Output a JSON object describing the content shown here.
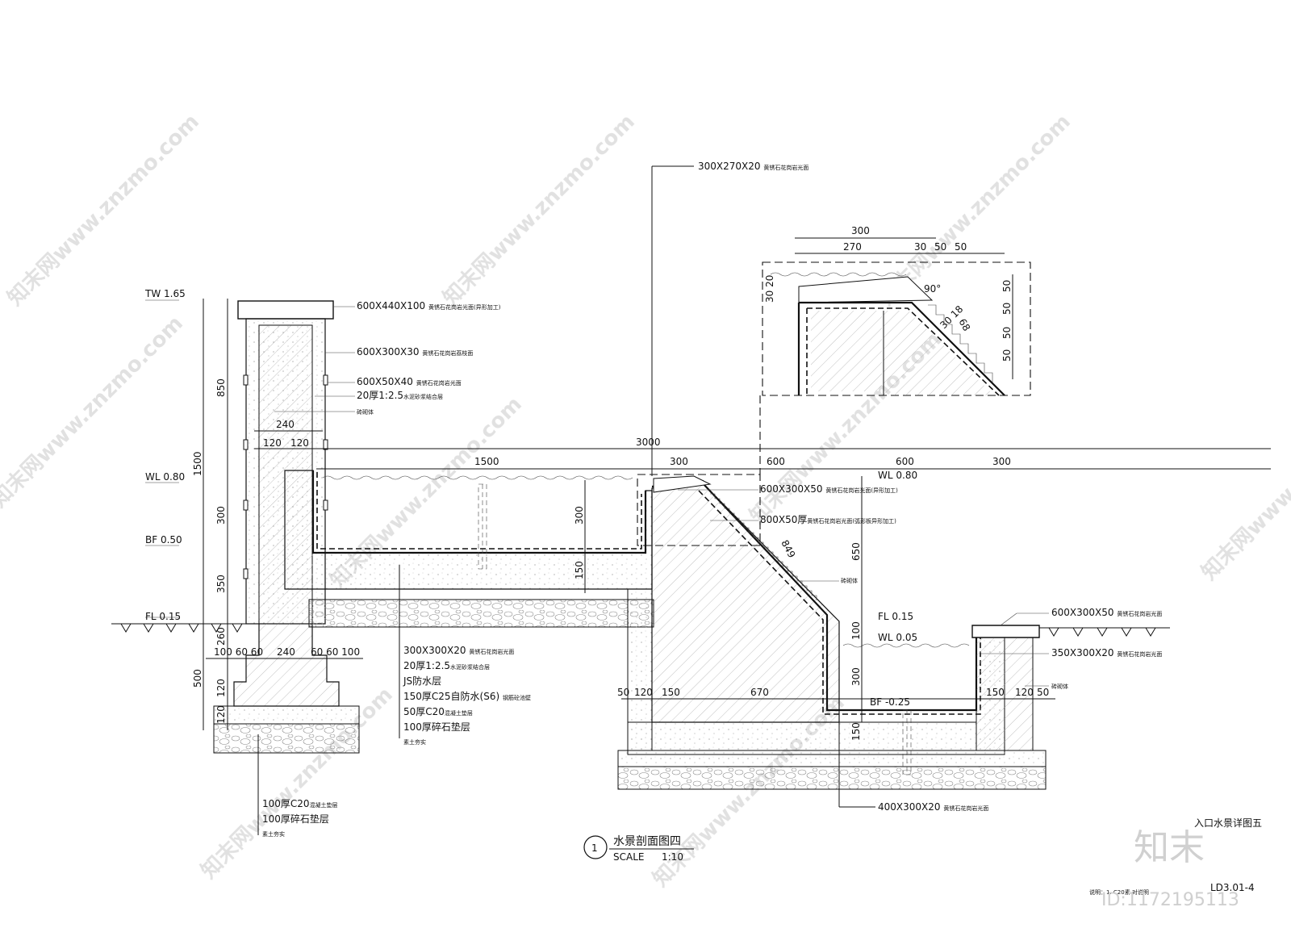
{
  "title": {
    "circle": "1",
    "name": "水景剖面图四",
    "scale_label": "SCALE",
    "scale_value": "1:10"
  },
  "sheet_title": "入口水景详图五",
  "sheet_number": "LD3.01-4",
  "note": "说明：1. C20素   对说明",
  "watermark_id": "ID:1172195113",
  "brand_logo": "知末",
  "watermark_text": "知末网www.znzmo.com",
  "levels": [
    {
      "key": "tw",
      "text": "TW 1.65"
    },
    {
      "key": "wl_l",
      "text": "WL 0.80"
    },
    {
      "key": "bf_l",
      "text": "BF 0.50"
    },
    {
      "key": "fl_l",
      "text": "FL 0.15"
    },
    {
      "key": "wl_r",
      "text": "WL 0.80"
    },
    {
      "key": "fl_r",
      "text": "FL 0.15"
    },
    {
      "key": "wl_r2",
      "text": "WL 0.05"
    },
    {
      "key": "bf_r",
      "text": "BF -0.25"
    }
  ],
  "dims": {
    "v_850": "850",
    "v_1500": "1500",
    "v_300": "300",
    "v_350": "350",
    "v_260": "260",
    "v_500": "500",
    "v_120a": "120",
    "v_120b": "120",
    "h_240": "240",
    "h_120a": "120",
    "h_120b": "120",
    "h_bottom": "100 60 60",
    "h_bottom_240": "240",
    "h_bottom_r": "60 60 100",
    "top_3000": "3000",
    "top_1500": "1500",
    "top_300": "300",
    "top_600a": "600",
    "top_600b": "600",
    "top_300b": "300",
    "pool_300": "300",
    "pool_150": "150",
    "r_650": "650",
    "r_100": "100",
    "r_300": "300",
    "r_150": "150",
    "slope_849": "849",
    "bot_50": "50",
    "bot_120": "120",
    "bot_150": "150",
    "bot_670": "670",
    "bot_r150": "150",
    "bot_r120": "120",
    "bot_r50": "50",
    "d_300": "300",
    "d_270": "270",
    "d_30": "30",
    "d_50a": "50",
    "d_50b": "50",
    "d_30_20": "30 20",
    "d_90": "90°",
    "d_30_18": "30 18",
    "d_68": "68",
    "d_r50a": "50",
    "d_r50b": "50",
    "d_r50c": "50",
    "d_r50d": "50"
  },
  "callouts": {
    "cap": "600X440X100",
    "cap_note": "黄锈石花岗岩光面(异形加工)",
    "facing": "600X300X30",
    "facing_note": "黄锈石花岗岩荔枝面",
    "band": "600X50X40",
    "band_note": "黄锈石花岗岩光面",
    "mortar": "20厚1:2.5",
    "mortar_note": "水泥砂浆结合层",
    "brick": "砖砌体",
    "top_detail": "300X270X20",
    "top_detail_note": "黄锈石花岗岩光面",
    "weir": "600X300X50",
    "weir_note": "黄锈石花岗岩光面(异形加工)",
    "slope": "800X50厚",
    "slope_note": "黄锈石花岗岩光面(弧形板异形加工)",
    "brick_r": "砖砌体",
    "coping_r": "600X300X50",
    "coping_r_note": "黄锈石花岗岩光面",
    "wall_r": "350X300X20",
    "wall_r_note": "黄锈石花岗岩光面",
    "brick_r2": "砖砌体",
    "base_r": "400X300X20",
    "base_r_note": "黄锈石花岗岩光面"
  },
  "layers_pool": [
    {
      "a": "300X300X20",
      "b": "黄锈石花岗岩光面"
    },
    {
      "a": "20厚1:2.5",
      "b": "水泥砂浆结合层"
    },
    {
      "a": "JS防水层",
      "b": ""
    },
    {
      "a": "150厚C25自防水(S6)",
      "b": "钢筋砼池壁"
    },
    {
      "a": "50厚C20",
      "b": "混凝土垫层"
    },
    {
      "a": "100厚碎石垫层",
      "b": ""
    },
    {
      "a": "素土夯实",
      "b": ""
    }
  ],
  "layers_footing": [
    {
      "a": "100厚C20",
      "b": "混凝土垫层"
    },
    {
      "a": "100厚碎石垫层",
      "b": ""
    },
    {
      "a": "素土夯实",
      "b": ""
    }
  ]
}
